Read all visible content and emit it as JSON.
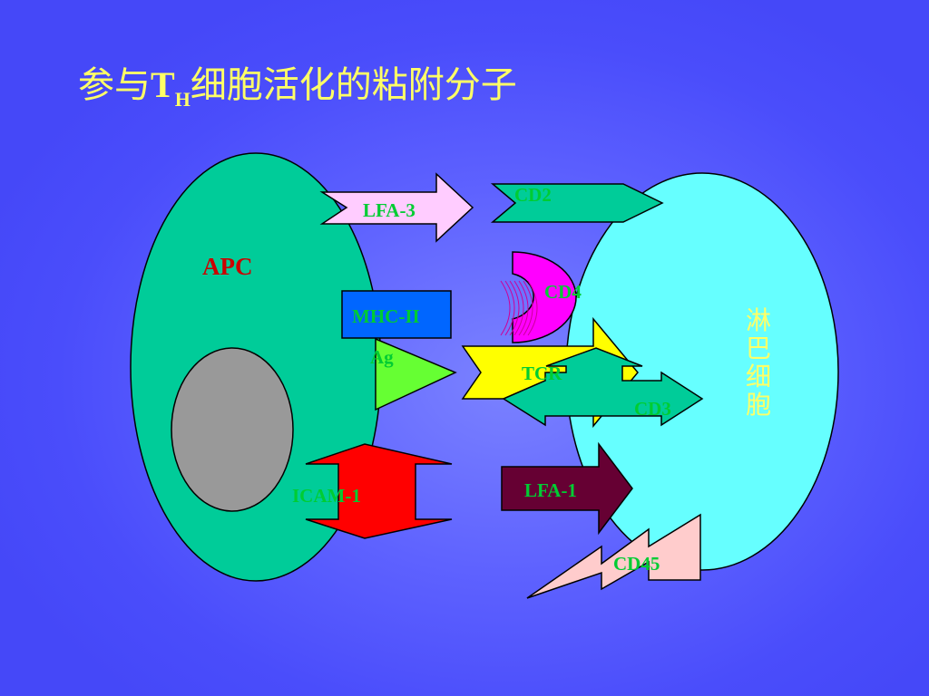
{
  "title": {
    "prefix": "参与",
    "t": "T",
    "sub": "H",
    "suffix": "细胞活化的粘附分子"
  },
  "cells": {
    "apc": "APC",
    "lymphocyte": "淋巴细胞"
  },
  "molecules": {
    "lfa3": "LFA-3",
    "cd2": "CD2",
    "mhc2": "MHC-II",
    "ag": "Ag",
    "cd4": "CD4",
    "tcr": "TCR",
    "cd3": "CD3",
    "icam1": "ICAM-1",
    "lfa1": "LFA-1",
    "cd45": "CD45"
  },
  "colors": {
    "background": "#4a4dfb",
    "apc_cell": "#00cc99",
    "lymph_cell": "#66ffff",
    "nucleus": "#999999",
    "lfa3": "#ffccff",
    "cd2": "#00cc99",
    "mhc2": "#0066ff",
    "ag": "#66ff33",
    "cd4": "#ff00ff",
    "tcr": "#ffff00",
    "cd3": "#00cc99",
    "icam1": "#ff0000",
    "lfa1": "#660033",
    "cd45": "#ffcccc",
    "title_text": "#ffff66",
    "label_green": "#00cc33",
    "label_red": "#cc0000"
  }
}
